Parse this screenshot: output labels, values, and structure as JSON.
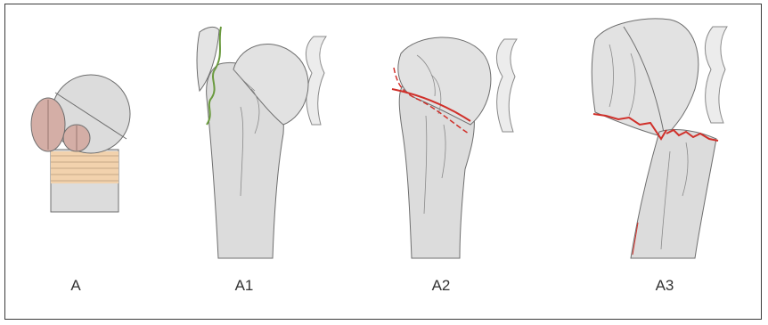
{
  "panels": [
    {
      "id": "A",
      "label": "A"
    },
    {
      "id": "A1",
      "label": "A1"
    },
    {
      "id": "A2",
      "label": "A2"
    },
    {
      "id": "A3",
      "label": "A3"
    }
  ],
  "colors": {
    "bone_fill": "#dcdcdc",
    "bone_stroke": "#6e6e6e",
    "tuberosity_fill": "#d4aea6",
    "growth_plate_fill": "#f2d2ad",
    "fracture_line_a1": "#6a9a3e",
    "fracture_line_a2_a3": "#d0302a"
  }
}
